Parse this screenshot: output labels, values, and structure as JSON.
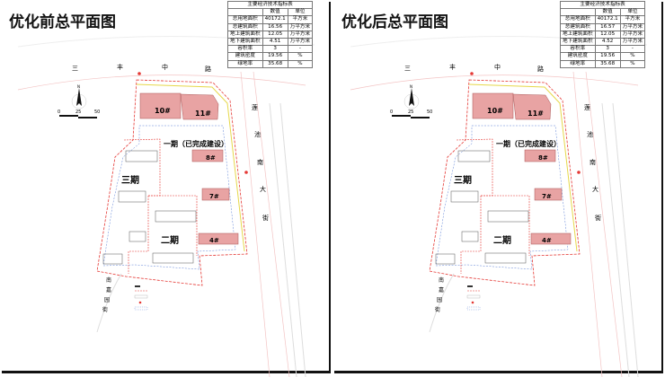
{
  "left": {
    "title": "优化前总平面图",
    "table": {
      "caption": "主要经济技术指标表",
      "col_value": "数值",
      "col_unit": "单位",
      "rows": [
        {
          "name": "总用地面积",
          "value": "40172.1",
          "unit": "平方米"
        },
        {
          "name": "总建筑面积",
          "value": "16.56",
          "unit": "万平方米"
        },
        {
          "name": "地上建筑面积",
          "value": "12.05",
          "unit": "万平方米"
        },
        {
          "name": "地下建筑面积",
          "value": "4.51",
          "unit": "万平方米"
        },
        {
          "name": "容积率",
          "value": "3",
          "unit": "-"
        },
        {
          "name": "建筑密度",
          "value": "19.56",
          "unit": "%"
        },
        {
          "name": "绿地率",
          "value": "35.68",
          "unit": "%"
        }
      ]
    }
  },
  "right": {
    "title": "优化后总平面图",
    "table": {
      "caption": "主要经济技术指标表",
      "col_value": "数值",
      "col_unit": "单位",
      "rows": [
        {
          "name": "总用地面积",
          "value": "40172.1",
          "unit": "平方米"
        },
        {
          "name": "总建筑面积",
          "value": "16.57",
          "unit": "万平方米"
        },
        {
          "name": "地上建筑面积",
          "value": "12.05",
          "unit": "万平方米"
        },
        {
          "name": "地下建筑面积",
          "value": "4.52",
          "unit": "万平方米"
        },
        {
          "name": "容积率",
          "value": "3",
          "unit": "-"
        },
        {
          "name": "建筑密度",
          "value": "19.56",
          "unit": "%"
        },
        {
          "name": "绿地率",
          "value": "35.68",
          "unit": "%"
        }
      ]
    }
  },
  "plan": {
    "roads": {
      "north": [
        "三",
        "丰",
        "中",
        "路"
      ],
      "east": [
        "莲",
        "池",
        "南",
        "大",
        "街"
      ],
      "south": [
        "南",
        "嘉",
        "园",
        "街"
      ]
    },
    "phases": {
      "phase1": "一期（已完成建设）",
      "phase2": "二期",
      "phase3": "三期"
    },
    "buildings": {
      "b10": "10#",
      "b11": "11#",
      "b8": "8#",
      "b7": "7#",
      "b4": "4#"
    },
    "scale": {
      "s0": "0",
      "s25": "25",
      "s50": "50"
    },
    "north_label": "N"
  },
  "colors": {
    "redline": "#e53935",
    "building_fill": "#e8a3a3",
    "fire_lane": "#e6d84a",
    "underground": "#5b7fd6"
  }
}
